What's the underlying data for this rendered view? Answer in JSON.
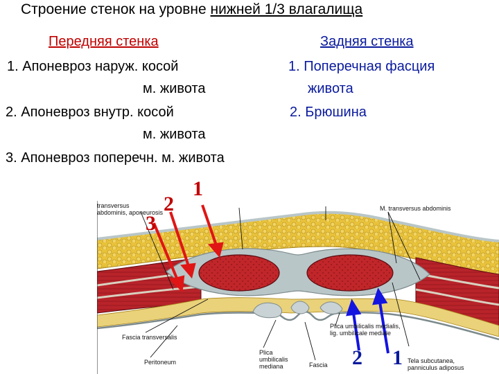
{
  "title": {
    "prefix": "Строение стенок на уровне ",
    "underlined": "нижней 1/3 влагалища"
  },
  "anterior": {
    "header": "Передняя стенка",
    "line1": "1. Апоневроз наруж. косой",
    "line1b": "м. живота",
    "line2": "2. Апоневроз внутр. косой",
    "line2b": "м. живота",
    "line3": "3. Апоневроз поперечн. м. живота"
  },
  "posterior": {
    "header": "Задняя стенка",
    "line1": "1. Поперечная фасция",
    "line1b": "живота",
    "line2": "2. Брюшина"
  },
  "diagram": {
    "labels": {
      "top_left": [
        "transversus",
        "abdominis, aponeurosis"
      ],
      "top_right": "M. transversus abdominis",
      "fascia_transversalis": "Fascia transversalis",
      "peritoneum": "Peritoneum",
      "plica_umbilicalis_mediana": [
        "Plica",
        "umbilicalis",
        "mediana"
      ],
      "fascia": "Fascia",
      "plica_umbilicalis_medialis": [
        "Plica umbilicalis medialis,",
        "lig. umbilicale mediale"
      ],
      "tela_subcutanea": [
        "Tela subcutanea,",
        "panniculus adiposus"
      ]
    },
    "markers": {
      "red": [
        "3",
        "2",
        "1"
      ],
      "blue": [
        "2",
        "1"
      ]
    },
    "colors": {
      "muscle": "#c0262a",
      "fat": "#e8c23a",
      "fascia": "#b9c6c8",
      "red_arrow": "#e01515",
      "blue_arrow": "#1414e0"
    }
  }
}
